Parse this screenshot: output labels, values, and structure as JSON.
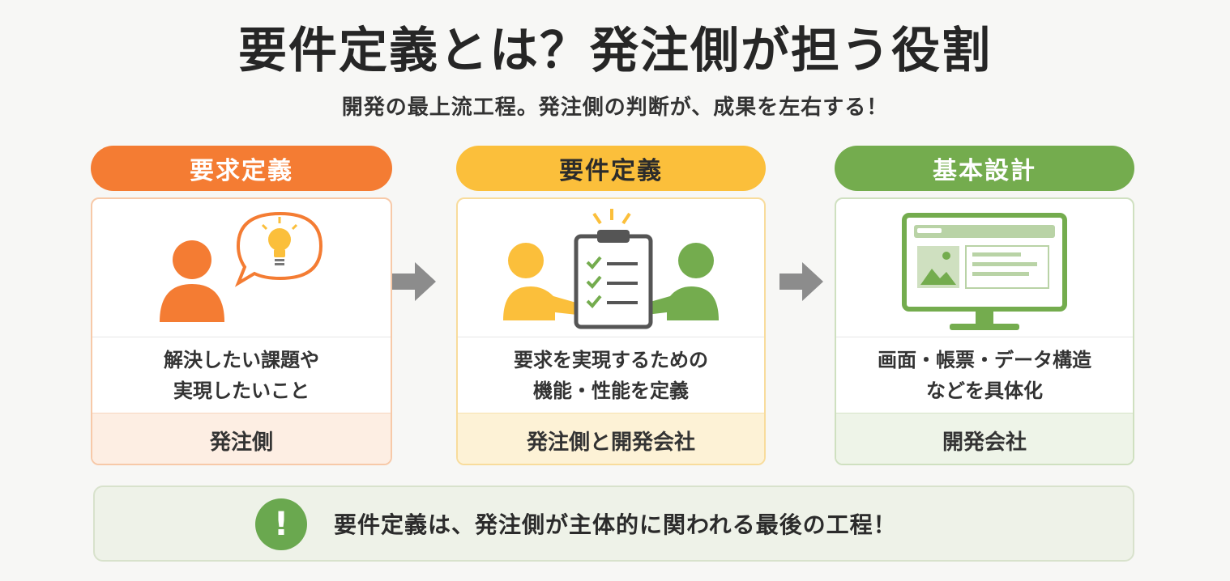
{
  "header": {
    "title": "要件定義とは？発注側が担う役割",
    "subtitle": "開発の最上流工程。発注側の判断が、成果を左右する！"
  },
  "stages": [
    {
      "label": "要求定義",
      "desc_line1": "解決したい課題や",
      "desc_line2": "実現したいこと",
      "who": "発注側",
      "color": "#f47c33",
      "border": "#f7c9a8",
      "who_bg": "#fdeee3",
      "icon": "person-lightbulb-icon"
    },
    {
      "label": "要件定義",
      "desc_line1": "要求を実現するための",
      "desc_line2": "機能・性能を定義",
      "who": "発注側と開発会社",
      "color": "#fbbf3b",
      "border": "#f8dc9c",
      "who_bg": "#fdf2d6",
      "icon": "handshake-checklist-icon"
    },
    {
      "label": "基本設計",
      "desc_line1": "画面・帳票・データ構造",
      "desc_line2": "などを具体化",
      "who": "開発会社",
      "color": "#74ac4e",
      "border": "#cfe0c0",
      "who_bg": "#eef4e8",
      "icon": "monitor-icon"
    }
  ],
  "note": {
    "badge": "!",
    "text": "要件定義は、発注側が主体的に関われる最後の工程！"
  }
}
